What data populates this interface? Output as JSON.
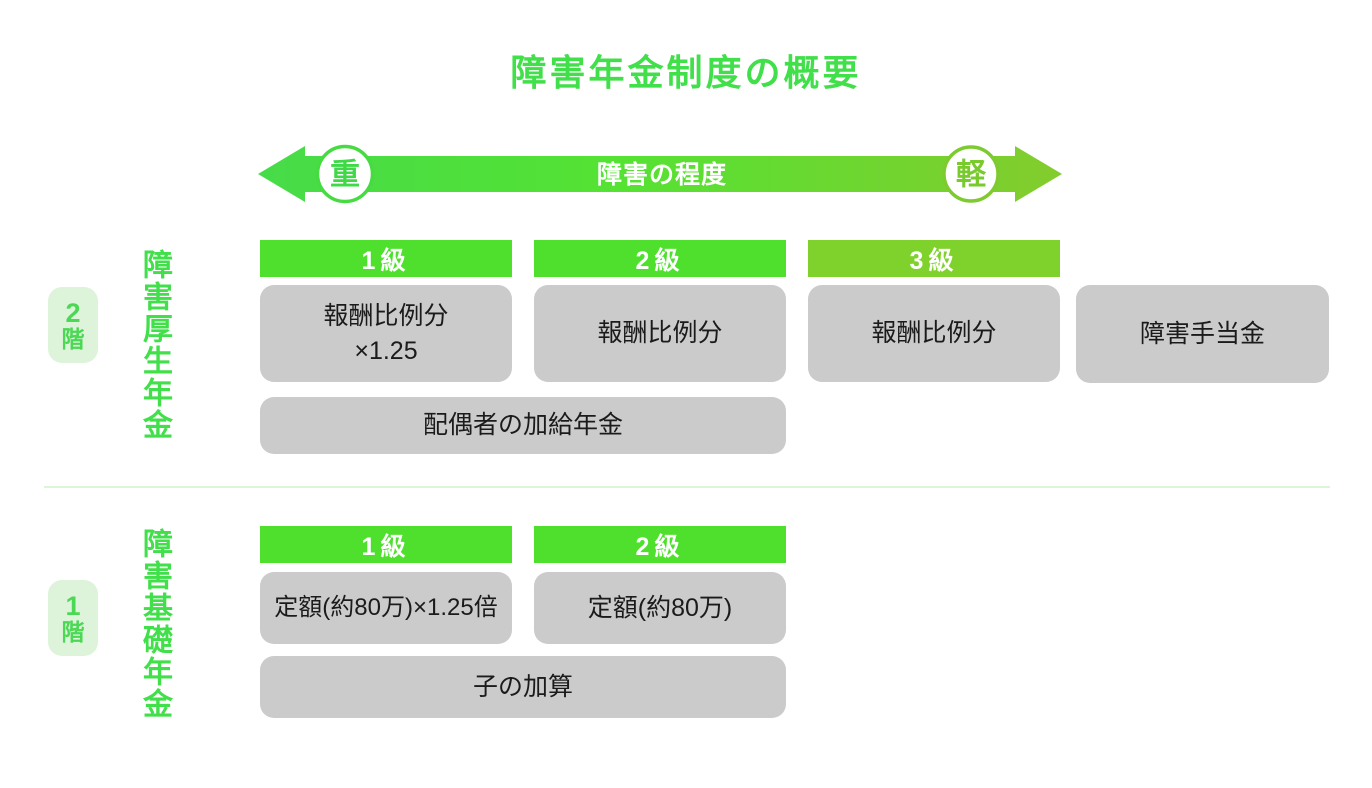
{
  "title": "障害年金制度の概要",
  "colors": {
    "accent_green": "#41df4a",
    "grade12_green": "#4fe02e",
    "grade3_green": "#7fd22b",
    "box_gray": "#cbcbcb",
    "floor_badge_bg": "#def4da",
    "arrow_gradient_left": "#46dc49",
    "arrow_gradient_right": "#83cc2d",
    "divider_green": "#ddf3da"
  },
  "severity_arrow": {
    "left_circle": "重",
    "center_label": "障害の程度",
    "right_circle": "軽"
  },
  "sections": [
    {
      "floor_badge": {
        "number": "2",
        "suffix": "階"
      },
      "name": "障害厚生年金",
      "grades": [
        "1級",
        "2級",
        "3級"
      ],
      "boxes": [
        {
          "lines": [
            "報酬比例分",
            "×1.25"
          ]
        },
        {
          "lines": [
            "報酬比例分"
          ]
        },
        {
          "lines": [
            "報酬比例分"
          ]
        },
        {
          "lines": [
            "障害手当金"
          ]
        }
      ],
      "wide_box": "配偶者の加給年金"
    },
    {
      "floor_badge": {
        "number": "1",
        "suffix": "階"
      },
      "name": "障害基礎年金",
      "grades": [
        "1級",
        "2級"
      ],
      "boxes": [
        {
          "lines": [
            "定額(約80万)×1.25倍"
          ]
        },
        {
          "lines": [
            "定額(約80万)"
          ]
        }
      ],
      "wide_box": "子の加算"
    }
  ]
}
